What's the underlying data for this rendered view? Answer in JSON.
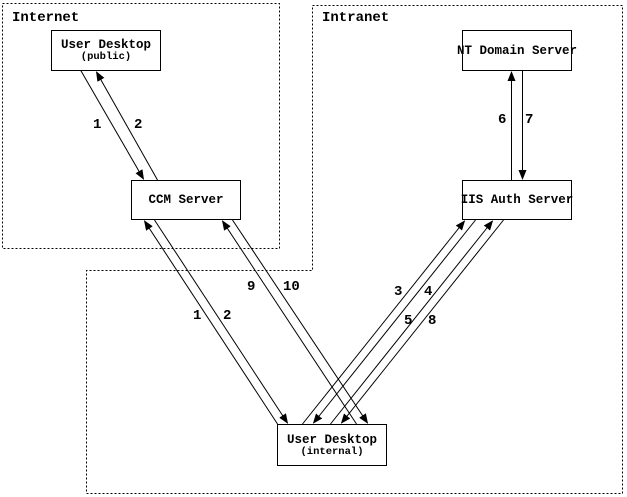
{
  "diagram": {
    "title_hint": "authentication flow diagram",
    "colors": {
      "background": "#ffffff",
      "line": "#000000",
      "text": "#000000"
    },
    "regions": [
      {
        "id": "internet",
        "label": "Internet"
      },
      {
        "id": "intranet",
        "label": "Intranet"
      }
    ],
    "nodes": [
      {
        "id": "user-desktop-public",
        "title": "User Desktop",
        "subtitle": "(public)",
        "region": "Internet"
      },
      {
        "id": "nt-domain-server",
        "title": "NT Domain Server",
        "subtitle": "",
        "region": "Intranet"
      },
      {
        "id": "ccm-server",
        "title": "CCM Server",
        "subtitle": "",
        "region": "Internet"
      },
      {
        "id": "iis-auth-server",
        "title": "IIS Auth Server",
        "subtitle": "",
        "region": "Intranet"
      },
      {
        "id": "user-desktop-internal",
        "title": "User Desktop",
        "subtitle": "(internal)",
        "region": "Intranet"
      }
    ],
    "flows": [
      {
        "label": "1",
        "from": "User Desktop (public)",
        "to": "CCM Server"
      },
      {
        "label": "2",
        "from": "CCM Server",
        "to": "User Desktop (public)"
      },
      {
        "label": "1",
        "from": "User Desktop (internal)",
        "to": "CCM Server"
      },
      {
        "label": "2",
        "from": "CCM Server",
        "to": "User Desktop (internal)"
      },
      {
        "label": "3",
        "from": "User Desktop (internal)",
        "to": "IIS Auth Server"
      },
      {
        "label": "4",
        "from": "IIS Auth Server",
        "to": "User Desktop (internal)"
      },
      {
        "label": "5",
        "from": "User Desktop (internal)",
        "to": "IIS Auth Server"
      },
      {
        "label": "8",
        "from": "IIS Auth Server",
        "to": "User Desktop (internal)"
      },
      {
        "label": "6",
        "from": "IIS Auth Server",
        "to": "NT Domain Server"
      },
      {
        "label": "7",
        "from": "NT Domain Server",
        "to": "IIS Auth Server"
      },
      {
        "label": "9",
        "from": "User Desktop (internal)",
        "to": "CCM Server"
      },
      {
        "label": "10",
        "from": "CCM Server",
        "to": "User Desktop (internal)"
      }
    ]
  }
}
